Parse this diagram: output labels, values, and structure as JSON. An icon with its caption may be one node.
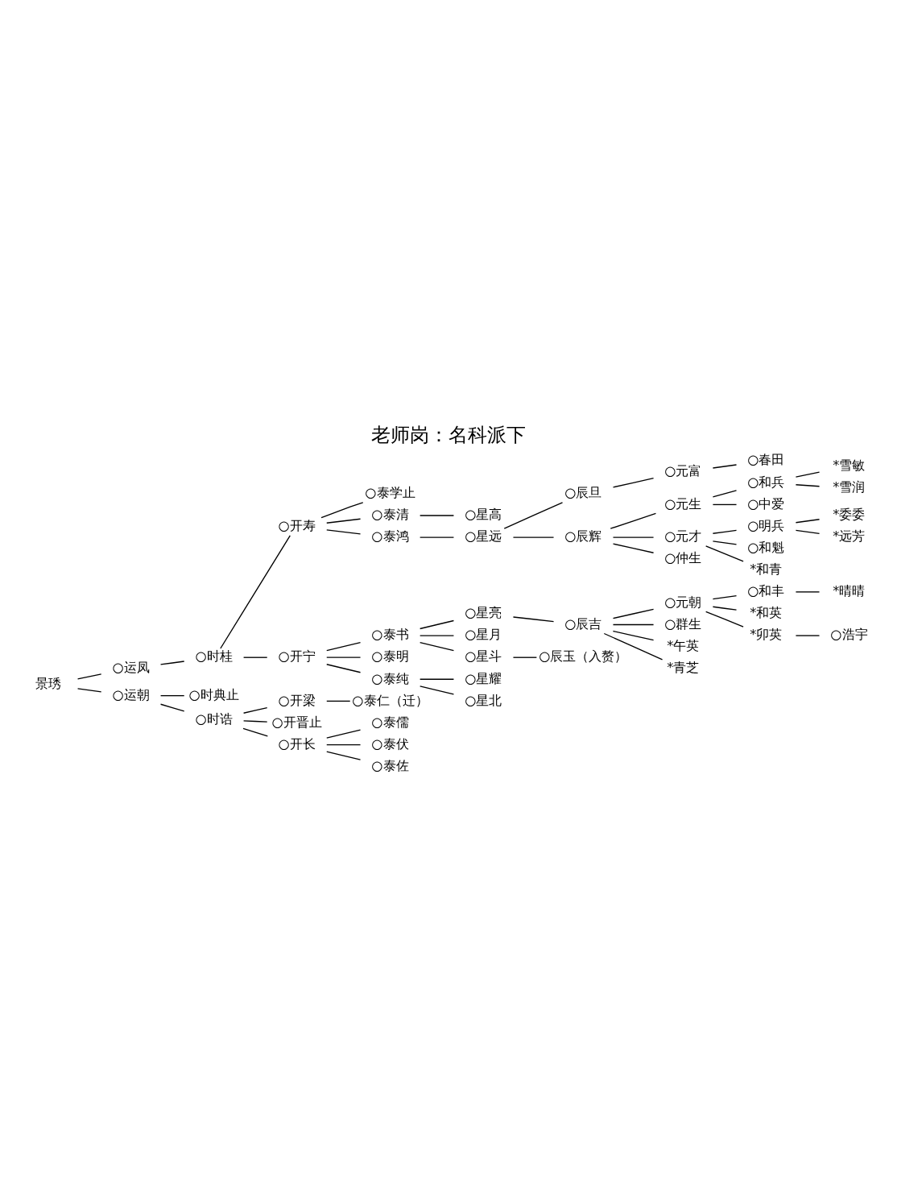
{
  "diagram": {
    "title": "老师岗：名科派下",
    "nodes": [
      {
        "text": [
          "景琇"
        ]
      },
      {
        "text": [
          "○运凤"
        ]
      },
      {
        "text": [
          "○时桂"
        ]
      },
      {
        "text": [
          "○开寿"
        ]
      },
      {
        "text": [
          "○泰学止"
        ]
      },
      {
        "text": [
          "○泰清"
        ]
      },
      {
        "text": [
          "○星高"
        ]
      },
      {
        "text": [
          "○泰鸿"
        ]
      },
      {
        "text": [
          "○星远"
        ]
      },
      {
        "text": [
          "○辰旦"
        ]
      },
      {
        "text": [
          "○元富"
        ]
      },
      {
        "text": [
          "○春田"
        ]
      },
      {
        "text": [
          "○辰辉"
        ]
      },
      {
        "text": [
          "○元生"
        ]
      },
      {
        "text": [
          "○和兵"
        ]
      },
      {
        "text": [
          "*雪敏"
        ]
      },
      {
        "text": [
          "*雪润"
        ]
      },
      {
        "text": [
          "○中爱"
        ]
      },
      {
        "text": [
          "○元才"
        ]
      },
      {
        "text": [
          "○明兵"
        ]
      },
      {
        "text": [
          "*委委"
        ]
      },
      {
        "text": [
          "*远芳"
        ]
      },
      {
        "text": [
          "○和魁"
        ]
      },
      {
        "text": [
          "*和青"
        ]
      },
      {
        "text": [
          "○仲生"
        ]
      },
      {
        "text": [
          "○开宁"
        ]
      },
      {
        "text": [
          "○泰书"
        ]
      },
      {
        "text": [
          "○星亮"
        ]
      },
      {
        "text": [
          "○辰吉"
        ]
      },
      {
        "text": [
          "○元朝"
        ]
      },
      {
        "text": [
          "○和丰"
        ]
      },
      {
        "text": [
          "*晴晴"
        ]
      },
      {
        "text": [
          "*和英"
        ]
      },
      {
        "text": [
          "*卯英"
        ]
      },
      {
        "text": [
          "○浩宇"
        ]
      },
      {
        "text": [
          "○群生"
        ]
      },
      {
        "text": [
          "*午英"
        ]
      },
      {
        "text": [
          "*青芝"
        ]
      },
      {
        "text": [
          "○星月"
        ]
      },
      {
        "text": [
          "○星斗"
        ]
      },
      {
        "text": [
          "○辰玉（入赘）"
        ]
      },
      {
        "text": [
          "○泰明"
        ]
      },
      {
        "text": [
          "○泰纯"
        ]
      },
      {
        "text": [
          "○星耀"
        ]
      },
      {
        "text": [
          "○星北"
        ]
      },
      {
        "text": [
          "○运朝"
        ]
      },
      {
        "text": [
          "○时典止"
        ]
      },
      {
        "text": [
          "○时诰"
        ]
      },
      {
        "text": [
          "○开梁"
        ]
      },
      {
        "text": [
          "○泰仁（迁）"
        ]
      },
      {
        "text": [
          "○开晋止"
        ]
      },
      {
        "text": [
          "○开长"
        ]
      },
      {
        "text": [
          "○泰儒"
        ]
      },
      {
        "text": [
          "○泰伏"
        ]
      },
      {
        "text": [
          "○泰佐"
        ]
      }
    ],
    "edges": [
      {
        "from": 0,
        "to": 1,
        "arrow": "none"
      },
      {
        "from": 1,
        "to": 2,
        "arrow": "none"
      },
      {
        "from": 2,
        "to": 3,
        "arrow": "none"
      },
      {
        "from": 3,
        "to": 4,
        "arrow": "none"
      },
      {
        "from": 3,
        "to": 5,
        "arrow": "none"
      },
      {
        "from": 5,
        "to": 6,
        "arrow": "none"
      },
      {
        "from": 3,
        "to": 7,
        "arrow": "none"
      },
      {
        "from": 7,
        "to": 8,
        "arrow": "none"
      },
      {
        "from": 8,
        "to": 9,
        "arrow": "none"
      },
      {
        "from": 9,
        "to": 10,
        "arrow": "none"
      },
      {
        "from": 10,
        "to": 11,
        "arrow": "none"
      },
      {
        "from": 8,
        "to": 12,
        "arrow": "none"
      },
      {
        "from": 12,
        "to": 13,
        "arrow": "none"
      },
      {
        "from": 13,
        "to": 14,
        "arrow": "none"
      },
      {
        "from": 14,
        "to": 15,
        "arrow": "none"
      },
      {
        "from": 14,
        "to": 16,
        "arrow": "none"
      },
      {
        "from": 13,
        "to": 17,
        "arrow": "none"
      },
      {
        "from": 12,
        "to": 18,
        "arrow": "none"
      },
      {
        "from": 18,
        "to": 19,
        "arrow": "none"
      },
      {
        "from": 19,
        "to": 20,
        "arrow": "none"
      },
      {
        "from": 19,
        "to": 21,
        "arrow": "none"
      },
      {
        "from": 18,
        "to": 22,
        "arrow": "none"
      },
      {
        "from": 18,
        "to": 23,
        "arrow": "none"
      },
      {
        "from": 12,
        "to": 24,
        "arrow": "none"
      },
      {
        "from": 2,
        "to": 25,
        "arrow": "none"
      },
      {
        "from": 25,
        "to": 26,
        "arrow": "none"
      },
      {
        "from": 26,
        "to": 27,
        "arrow": "none"
      },
      {
        "from": 27,
        "to": 28,
        "arrow": "none"
      },
      {
        "from": 28,
        "to": 29,
        "arrow": "none"
      },
      {
        "from": 29,
        "to": 30,
        "arrow": "none"
      },
      {
        "from": 30,
        "to": 31,
        "arrow": "none"
      },
      {
        "from": 29,
        "to": 32,
        "arrow": "none"
      },
      {
        "from": 29,
        "to": 33,
        "arrow": "none"
      },
      {
        "from": 33,
        "to": 34,
        "arrow": "none"
      },
      {
        "from": 28,
        "to": 35,
        "arrow": "none"
      },
      {
        "from": 28,
        "to": 36,
        "arrow": "none"
      },
      {
        "from": 28,
        "to": 37,
        "arrow": "none"
      },
      {
        "from": 26,
        "to": 38,
        "arrow": "none"
      },
      {
        "from": 26,
        "to": 39,
        "arrow": "none"
      },
      {
        "from": 39,
        "to": 40,
        "arrow": "none"
      },
      {
        "from": 25,
        "to": 41,
        "arrow": "none"
      },
      {
        "from": 25,
        "to": 42,
        "arrow": "none"
      },
      {
        "from": 42,
        "to": 43,
        "arrow": "none"
      },
      {
        "from": 42,
        "to": 44,
        "arrow": "none"
      },
      {
        "from": 0,
        "to": 45,
        "arrow": "none"
      },
      {
        "from": 45,
        "to": 46,
        "arrow": "none"
      },
      {
        "from": 45,
        "to": 47,
        "arrow": "none"
      },
      {
        "from": 47,
        "to": 48,
        "arrow": "none"
      },
      {
        "from": 48,
        "to": 49,
        "arrow": "none"
      },
      {
        "from": 47,
        "to": 50,
        "arrow": "none"
      },
      {
        "from": 47,
        "to": 51,
        "arrow": "none"
      },
      {
        "from": 51,
        "to": 52,
        "arrow": "none"
      },
      {
        "from": 51,
        "to": 53,
        "arrow": "none"
      },
      {
        "from": 51,
        "to": 54,
        "arrow": "none"
      }
    ]
  }
}
